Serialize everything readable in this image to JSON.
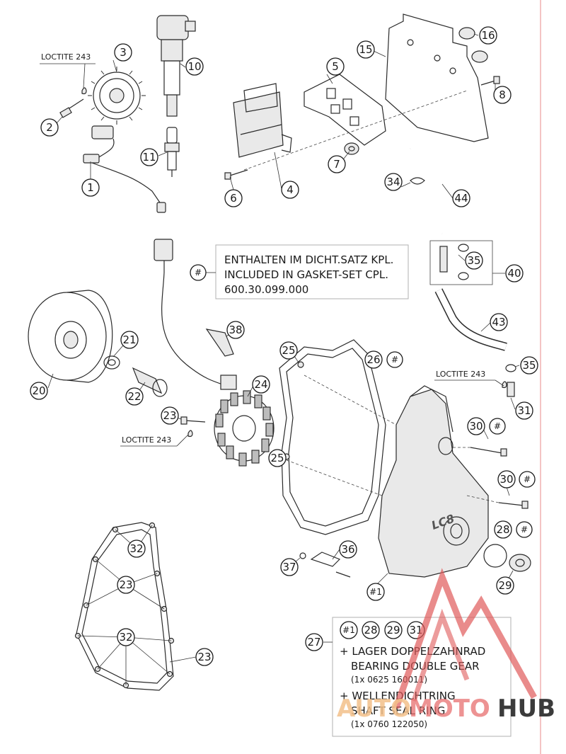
{
  "callouts": {
    "c1": "1",
    "c2": "2",
    "c3": "3",
    "c4": "4",
    "c5": "5",
    "c6": "6",
    "c7": "7",
    "c8": "8",
    "c10": "10",
    "c11": "11",
    "c15": "15",
    "c16": "16",
    "c20": "20",
    "c21": "21",
    "c22": "22",
    "c23a": "23",
    "c23b": "23",
    "c23c": "23",
    "c24": "24",
    "c25a": "25",
    "c25b": "25",
    "c26": "26",
    "c27": "27",
    "c28": "28",
    "c29": "29",
    "c30a": "30",
    "c30b": "30",
    "c31": "31",
    "c32a": "32",
    "c32b": "32",
    "c34": "34",
    "c35a": "35",
    "c35b": "35",
    "c36": "36",
    "c37": "37",
    "c38": "38",
    "c40": "40",
    "c43": "43",
    "c44": "44",
    "c1hash": "#1"
  },
  "hash_symbol": "#",
  "loctite": {
    "top_left": "LOCTITE 243",
    "stator": "LOCTITE 243",
    "right": "LOCTITE 243"
  },
  "gasket_note": {
    "symbol": "#",
    "line1": "ENTHALTEN IM DICHT.SATZ KPL.",
    "line2": "INCLUDED IN GASKET-SET CPL.",
    "line3": "600.30.099.000"
  },
  "cover_note": {
    "callout": "27",
    "refs": [
      "#1",
      "28",
      "29",
      "31"
    ],
    "item1_line1": "+ LAGER DOPPELZAHNRAD",
    "item1_line2": "BEARING DOUBLE GEAR",
    "item1_part": "(1x 0625 160011)",
    "item2_line1": "+ WELLENDICHTRING",
    "item2_line2": "SHAFT SEAL RING",
    "item2_part": "(1x 0760 122050)"
  },
  "cover_logo": "LC8",
  "watermark": {
    "auto": "AUTO",
    "moto": "MOTO",
    "hub": "HUB"
  },
  "colors": {
    "watermark_red": "#e05a5a",
    "watermark_orange": "#f3c08a",
    "margin_line": "#e88a8a"
  }
}
